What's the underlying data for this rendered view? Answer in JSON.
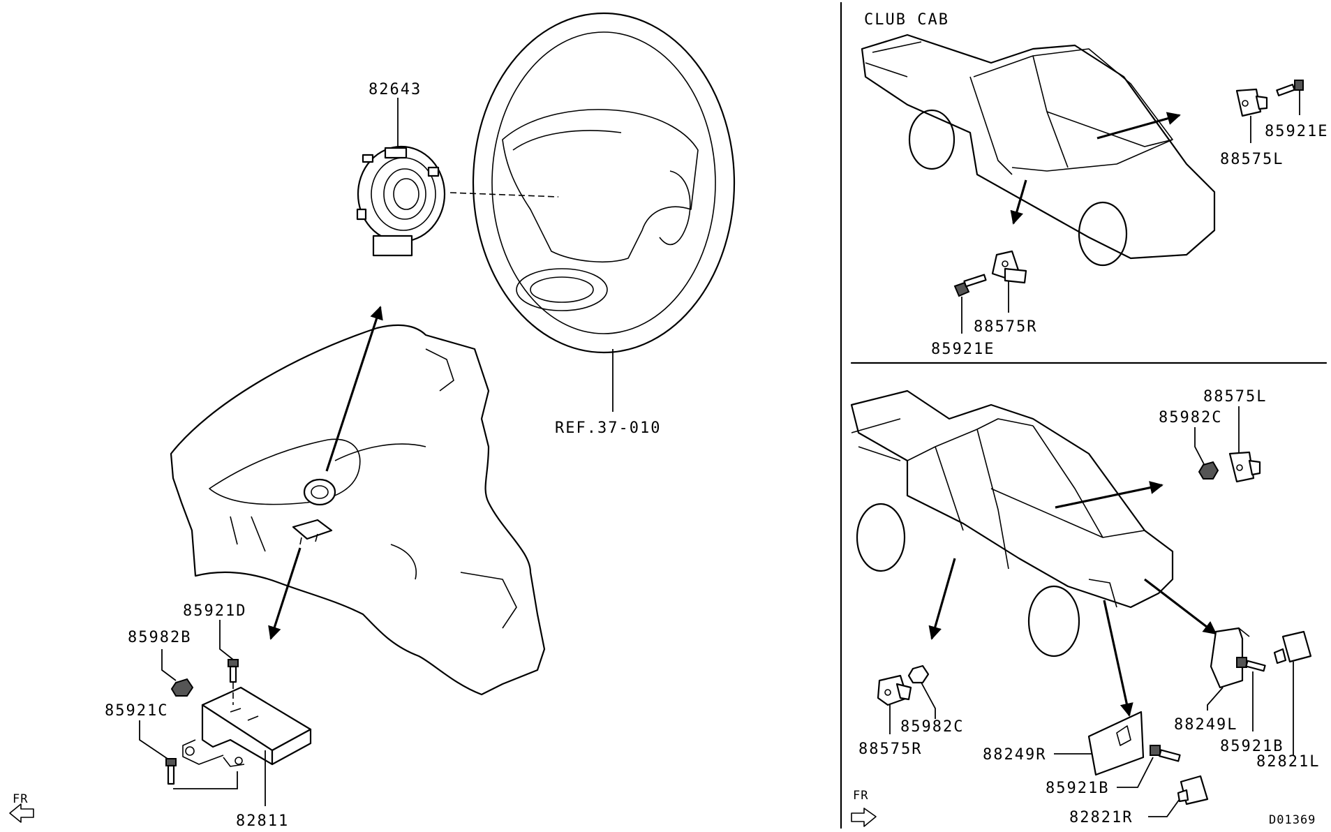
{
  "diagram": {
    "sections": {
      "club_cab_title": "CLUB CAB"
    },
    "ref_label": "REF.37-010",
    "drawing_number": "D01369",
    "front_marker": "FR",
    "parts": {
      "p82643": "82643",
      "p82811": "82811",
      "p85921D": "85921D",
      "p85982B": "85982B",
      "p85921C": "85921C",
      "p85921E_top": "85921E",
      "p88575L_top": "88575L",
      "p88575R_top": "88575R",
      "p85921E_mid": "85921E",
      "p88575L_bot": "88575L",
      "p85982C_top": "85982C",
      "p85982C_bot": "85982C",
      "p88575R_bot": "88575R",
      "p88249R": "88249R",
      "p85921B_left": "85921B",
      "p82821R": "82821R",
      "p88249L": "88249L",
      "p85921B_right": "85921B",
      "p82821L": "82821L"
    }
  }
}
